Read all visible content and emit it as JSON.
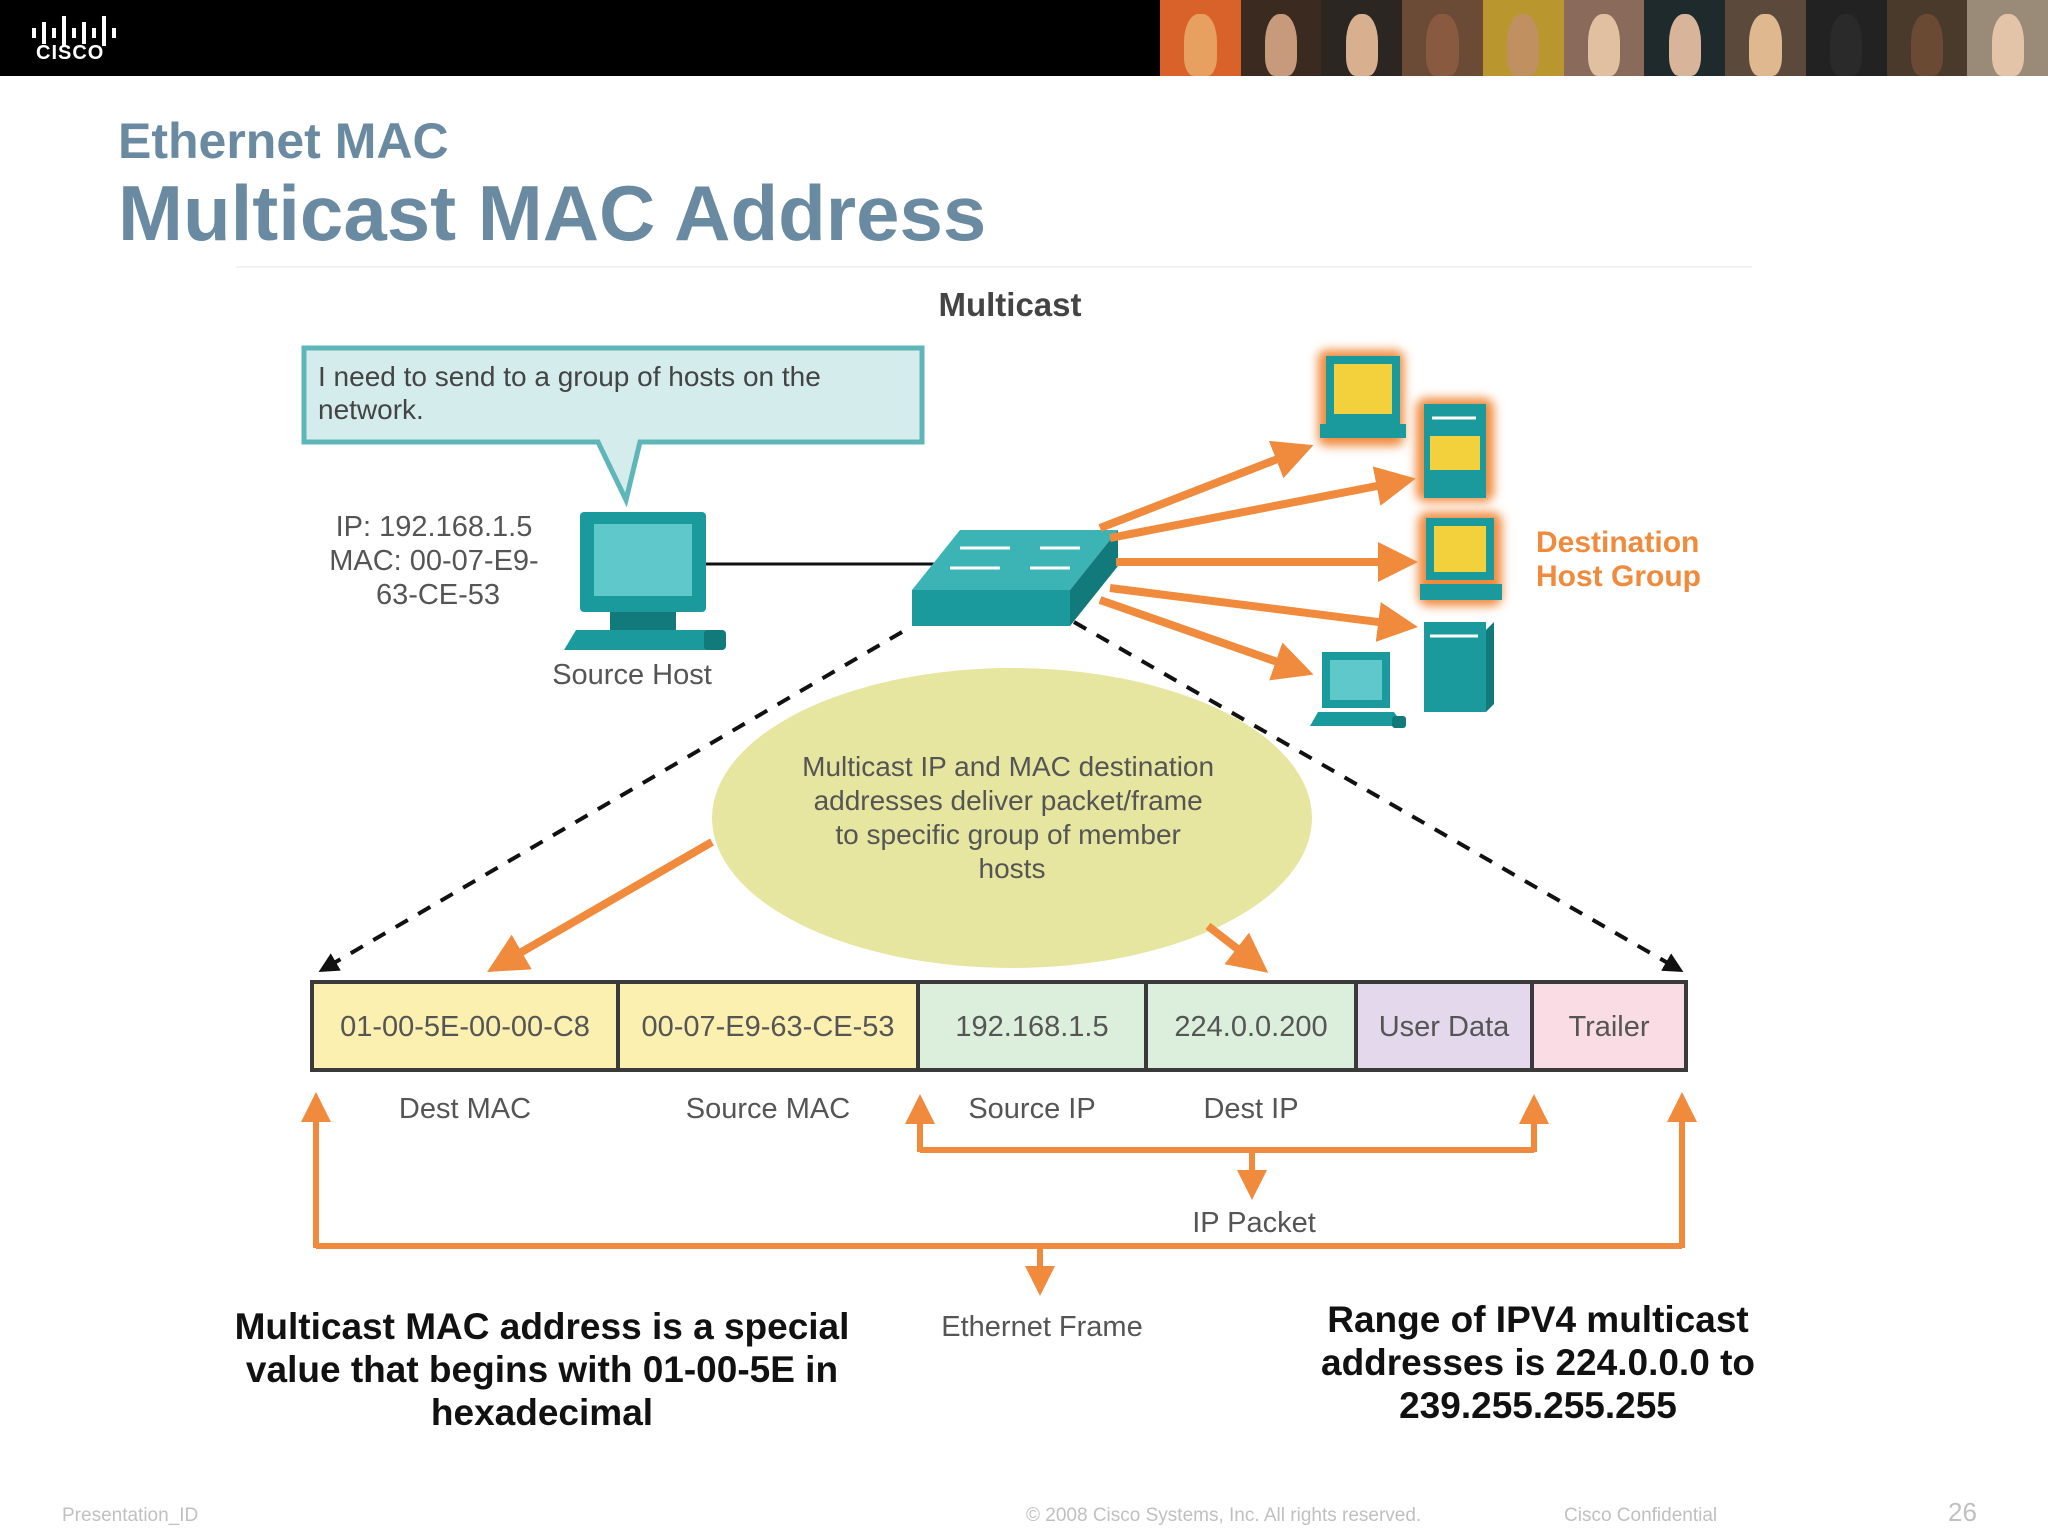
{
  "header": {
    "logo_word": "CISCO",
    "photo_colors": [
      "#d9622a",
      "#3a2a20",
      "#2b2622",
      "#6b4a36",
      "#b9962e",
      "#8a6a5a",
      "#1f2a2c",
      "#5b4a3c",
      "#222222",
      "#4a3a2c",
      "#9a8a78"
    ],
    "face_colors": [
      "#e8a060",
      "#c89a7c",
      "#d8b090",
      "#8a5a40",
      "#c09060",
      "#e0c0a0",
      "#d8b49a",
      "#e0b890",
      "#2a2a2a",
      "#6a4a32",
      "#e4c4a8"
    ]
  },
  "slide": {
    "subtitle": "Ethernet MAC",
    "title": "Multicast MAC Address"
  },
  "diagram": {
    "heading": "Multicast",
    "speech_bubble": [
      "I need to send to a group of hosts on the",
      "network."
    ],
    "source_info": [
      "IP: 192.168.1.5",
      "MAC: 00-07-E9-",
      "63-CE-53"
    ],
    "source_host_label": "Source Host",
    "destination_group_label": [
      "Destination",
      "Host Group"
    ],
    "ellipse_text": [
      "Multicast IP and MAC destination",
      "addresses deliver packet/frame",
      "to specific group of member",
      "hosts"
    ],
    "frame_fields": [
      {
        "value": "01-00-5E-00-00-C8",
        "label": "Dest MAC",
        "color": "#fbf0b0"
      },
      {
        "value": "00-07-E9-63-CE-53",
        "label": "Source MAC",
        "color": "#fbf0b0"
      },
      {
        "value": "192.168.1.5",
        "label": "Source IP",
        "color": "#dcefdc"
      },
      {
        "value": "224.0.0.200",
        "label": "Dest IP",
        "color": "#dcefdc"
      },
      {
        "value": "User Data",
        "label": "",
        "color": "#e4d8ec"
      },
      {
        "value": "Trailer",
        "label": "",
        "color": "#fadce4"
      }
    ],
    "ip_packet_label": "IP Packet",
    "ethernet_frame_label": "Ethernet Frame",
    "colors": {
      "teal": "#1a9a9c",
      "orange": "#f08a3c",
      "bubble_fill": "#d4ecec",
      "bubble_stroke": "#5fb6b8",
      "ellipse_fill": "#e6e6a0",
      "dest_label": "#f08a3c",
      "text": "#555555"
    }
  },
  "notes": {
    "left": "Multicast MAC address is a special value that begins with 01-00-5E in hexadecimal",
    "right": "Range of IPV4 multicast addresses is 224.0.0.0 to 239.255.255.255"
  },
  "footer": {
    "presentation_id": "Presentation_ID",
    "copyright": "© 2008 Cisco Systems, Inc. All rights reserved.",
    "confidential": "Cisco Confidential",
    "page_number": "26"
  }
}
